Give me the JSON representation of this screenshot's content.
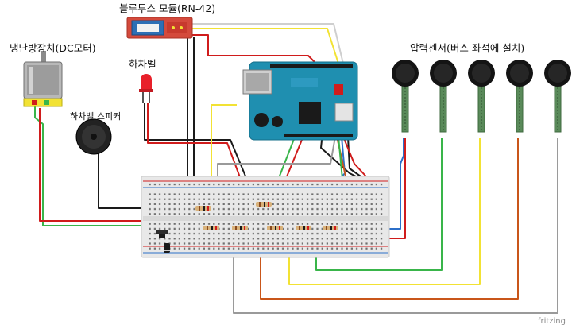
{
  "labels": {
    "bluetooth": "블루투스 모듈(RN-42)",
    "fan": "냉난방장치(DC모터)",
    "bell": "하차벨",
    "speaker": "하차벨 스피커",
    "pressure": "압력센서(버스 좌석에 설치)"
  },
  "footer": {
    "brand": "fritzing"
  },
  "colors": {
    "red": "#d01c1c",
    "black": "#1a1a1a",
    "yellow": "#f2e234",
    "green": "#39b54a",
    "blue": "#2c6fc9",
    "orange": "#c9561a",
    "gray": "#9a9a9a",
    "arduino": "#1f8fb0",
    "breadboard": "#e6e6e6",
    "sensor_strip": "#5a8a5a"
  },
  "diagram": {
    "components": [
      {
        "id": "bt",
        "name": "bluetooth-module"
      },
      {
        "id": "fan",
        "name": "dc-motor"
      },
      {
        "id": "bell",
        "name": "bell-led"
      },
      {
        "id": "spk",
        "name": "speaker"
      },
      {
        "id": "ard",
        "name": "arduino-ethernet-shield"
      },
      {
        "id": "bb",
        "name": "breadboard"
      },
      {
        "id": "ps",
        "name": "pressure-sensor",
        "count": 5
      }
    ]
  }
}
